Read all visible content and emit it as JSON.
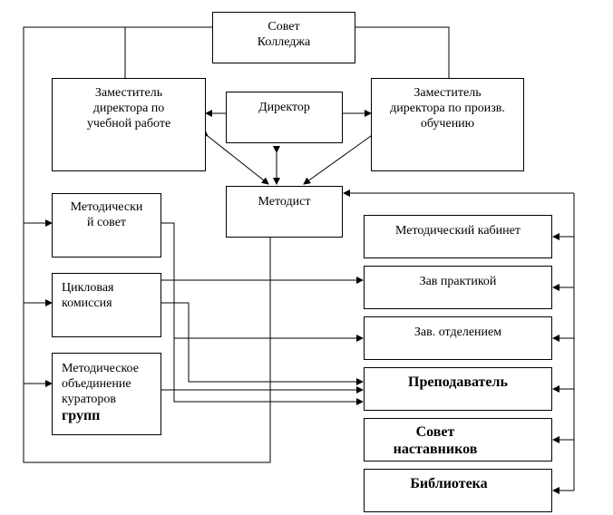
{
  "diagram": {
    "nodes": {
      "sovet": {
        "lines": [
          "Совет",
          "Колледжа"
        ]
      },
      "zam_ucheb": {
        "lines": [
          "Заместитель",
          "директора по",
          "учебной работе"
        ]
      },
      "direktor": {
        "lines": [
          "Директор"
        ]
      },
      "zam_proiz": {
        "lines": [
          "Заместитель",
          "директора по произв.",
          "обучению"
        ]
      },
      "metodist": {
        "lines": [
          "Методист"
        ]
      },
      "met_sovet": {
        "lines": [
          "Методически",
          "й совет"
        ]
      },
      "cikl": {
        "lines": [
          "Цикловая",
          "комиссия"
        ]
      },
      "met_ob": {
        "lines": [
          "Методическое",
          "объединение",
          "кураторов"
        ],
        "last_line": "групп"
      },
      "met_kab": {
        "lines": [
          "Методический кабинет"
        ]
      },
      "zav_prak": {
        "lines": [
          "Зав практикой"
        ]
      },
      "zav_otd": {
        "lines": [
          "Зав. отделением"
        ]
      },
      "prepod": {
        "lines": [
          "Преподаватель"
        ]
      },
      "sovet_nast": {
        "lines": [
          "Совет",
          "наставников"
        ]
      },
      "biblio": {
        "lines": [
          "Библиотека"
        ]
      }
    },
    "line_color": "#000000"
  }
}
